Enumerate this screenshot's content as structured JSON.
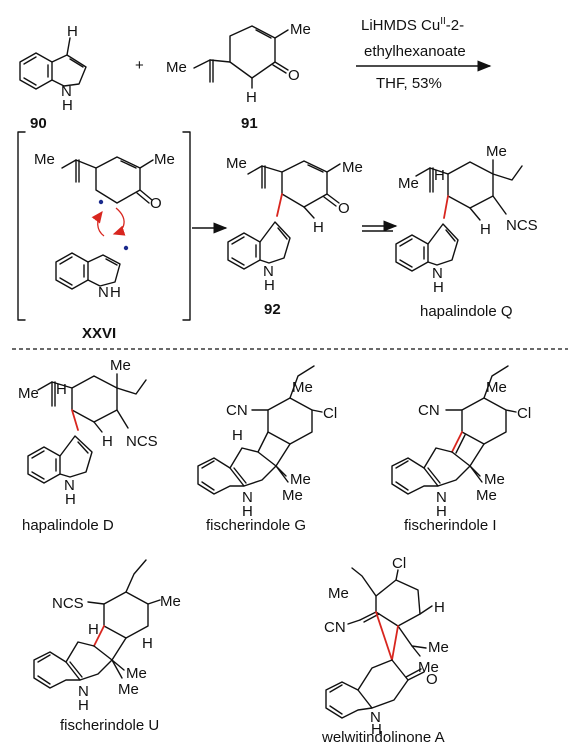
{
  "reaction": {
    "reagents_line1": "LiHMDS Cu",
    "reagents_superscript": "II",
    "reagents_line1_tail": "-2-",
    "reagents_line2": "ethylhexanoate",
    "conditions": "THF, 53%",
    "plus": "+"
  },
  "compounds": {
    "c90": {
      "label": "90"
    },
    "c91": {
      "label": "91"
    },
    "c92": {
      "label": "92"
    },
    "xxvi": {
      "label": "XXVI"
    },
    "hapQ": {
      "label": "hapalindole Q"
    },
    "hapD": {
      "label": "hapalindole D"
    },
    "fisG": {
      "label": "fischerindole G"
    },
    "fisI": {
      "label": "fischerindole I"
    },
    "fisU": {
      "label": "fischerindole U"
    },
    "welA": {
      "label": "welwitindolinone A"
    }
  },
  "atoms": {
    "H": "H",
    "NH": "N",
    "NHH": "H",
    "Me": "Me",
    "O": "O",
    "NCS": "NCS",
    "CN": "CN",
    "Cl": "Cl"
  },
  "colors": {
    "bond": "#111111",
    "new_bond": "#d8261f",
    "radical_dot": "#1a2a8c",
    "arrow_red": "#d8261f"
  }
}
